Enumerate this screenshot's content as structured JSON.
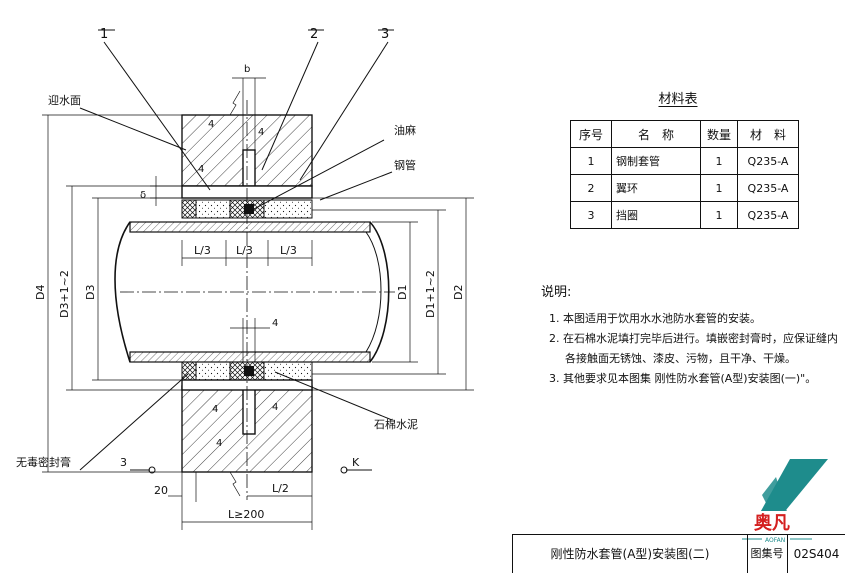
{
  "drawing": {
    "callouts": [
      "1",
      "2",
      "3"
    ],
    "labels": {
      "water_side": "迎水面",
      "oakum": "油麻",
      "steel_pipe": "钢管",
      "asbestos_cement": "石棉水泥",
      "sealant": "无毒密封膏"
    },
    "dims": {
      "b": "b",
      "delta": "δ",
      "l3": "L/3",
      "four": "4",
      "d4": "D4",
      "d3_plus": "D3+1~2",
      "d3": "D3",
      "d1": "D1",
      "d1_plus": "D1+1~2",
      "d2": "D2",
      "twenty": "20",
      "l2": "L/2",
      "l_min": "L≥200"
    },
    "section_marks": {
      "left": "3",
      "right": "K"
    }
  },
  "materials": {
    "title": "材料表",
    "headers": {
      "no": "序号",
      "name": "名　称",
      "qty": "数量",
      "material": "材　料"
    },
    "rows": [
      {
        "no": "1",
        "name": "钢制套管",
        "qty": "1",
        "material": "Q235-A"
      },
      {
        "no": "2",
        "name": "翼环",
        "qty": "1",
        "material": "Q235-A"
      },
      {
        "no": "3",
        "name": "挡圈",
        "qty": "1",
        "material": "Q235-A"
      }
    ]
  },
  "notes": {
    "heading": "说明:",
    "items": [
      "1. 本图适用于饮用水水池防水套管的安装。",
      "2. 在石棉水泥填打完毕后进行。填嵌密封膏时，应保证缝内",
      "各接触面无锈蚀、漆皮、污物，且干净、干燥。",
      "3. 其他要求见本图集 刚性防水套管(A型)安装图(一)\"。"
    ]
  },
  "title_block": {
    "title": "刚性防水套管(A型)安装图(二)",
    "atlas_label": "图集号",
    "atlas_value": "02S404"
  },
  "logo": {
    "text": "奥凡",
    "subtext": "AOFAN"
  },
  "colors": {
    "line": "#111111",
    "logo_teal": "#1e8c8c",
    "logo_red": "#d42020"
  }
}
